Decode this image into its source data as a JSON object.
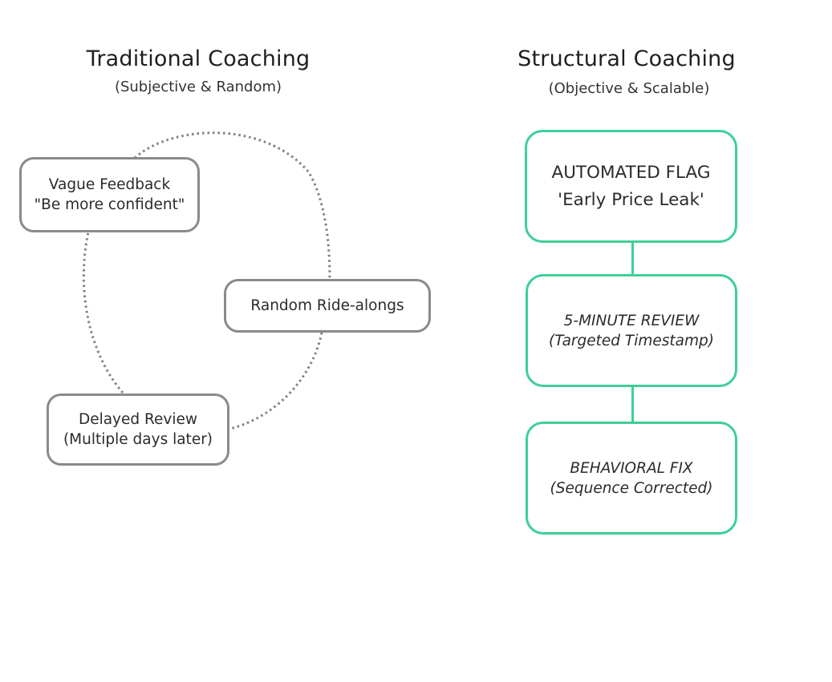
{
  "colors": {
    "traditional_border": "#8a8a8a",
    "dotted_connector": "#7f7f7f",
    "structural_accent": "#3ecf98",
    "text": "#222222"
  },
  "traditional": {
    "title": "Traditional Coaching",
    "subtitle": "(Subjective & Random)",
    "nodes": [
      {
        "line1": "Vague Feedback",
        "line2": "\"Be more confident\""
      },
      {
        "line1": "Random Ride-alongs"
      },
      {
        "line1": "Delayed Review",
        "line2": "(Multiple days later)"
      }
    ],
    "connector_style": "dotted cycle"
  },
  "structural": {
    "title": "Structural Coaching",
    "subtitle": "(Objective & Scalable)",
    "steps": [
      {
        "line1": "AUTOMATED FLAG",
        "line2": "'Early Price Leak'"
      },
      {
        "line1": "5-MINUTE REVIEW",
        "line2": "(Targeted Timestamp)"
      },
      {
        "line1": "BEHAVIORAL FIX",
        "line2": "(Sequence Corrected)"
      }
    ],
    "connector_style": "solid vertical"
  }
}
